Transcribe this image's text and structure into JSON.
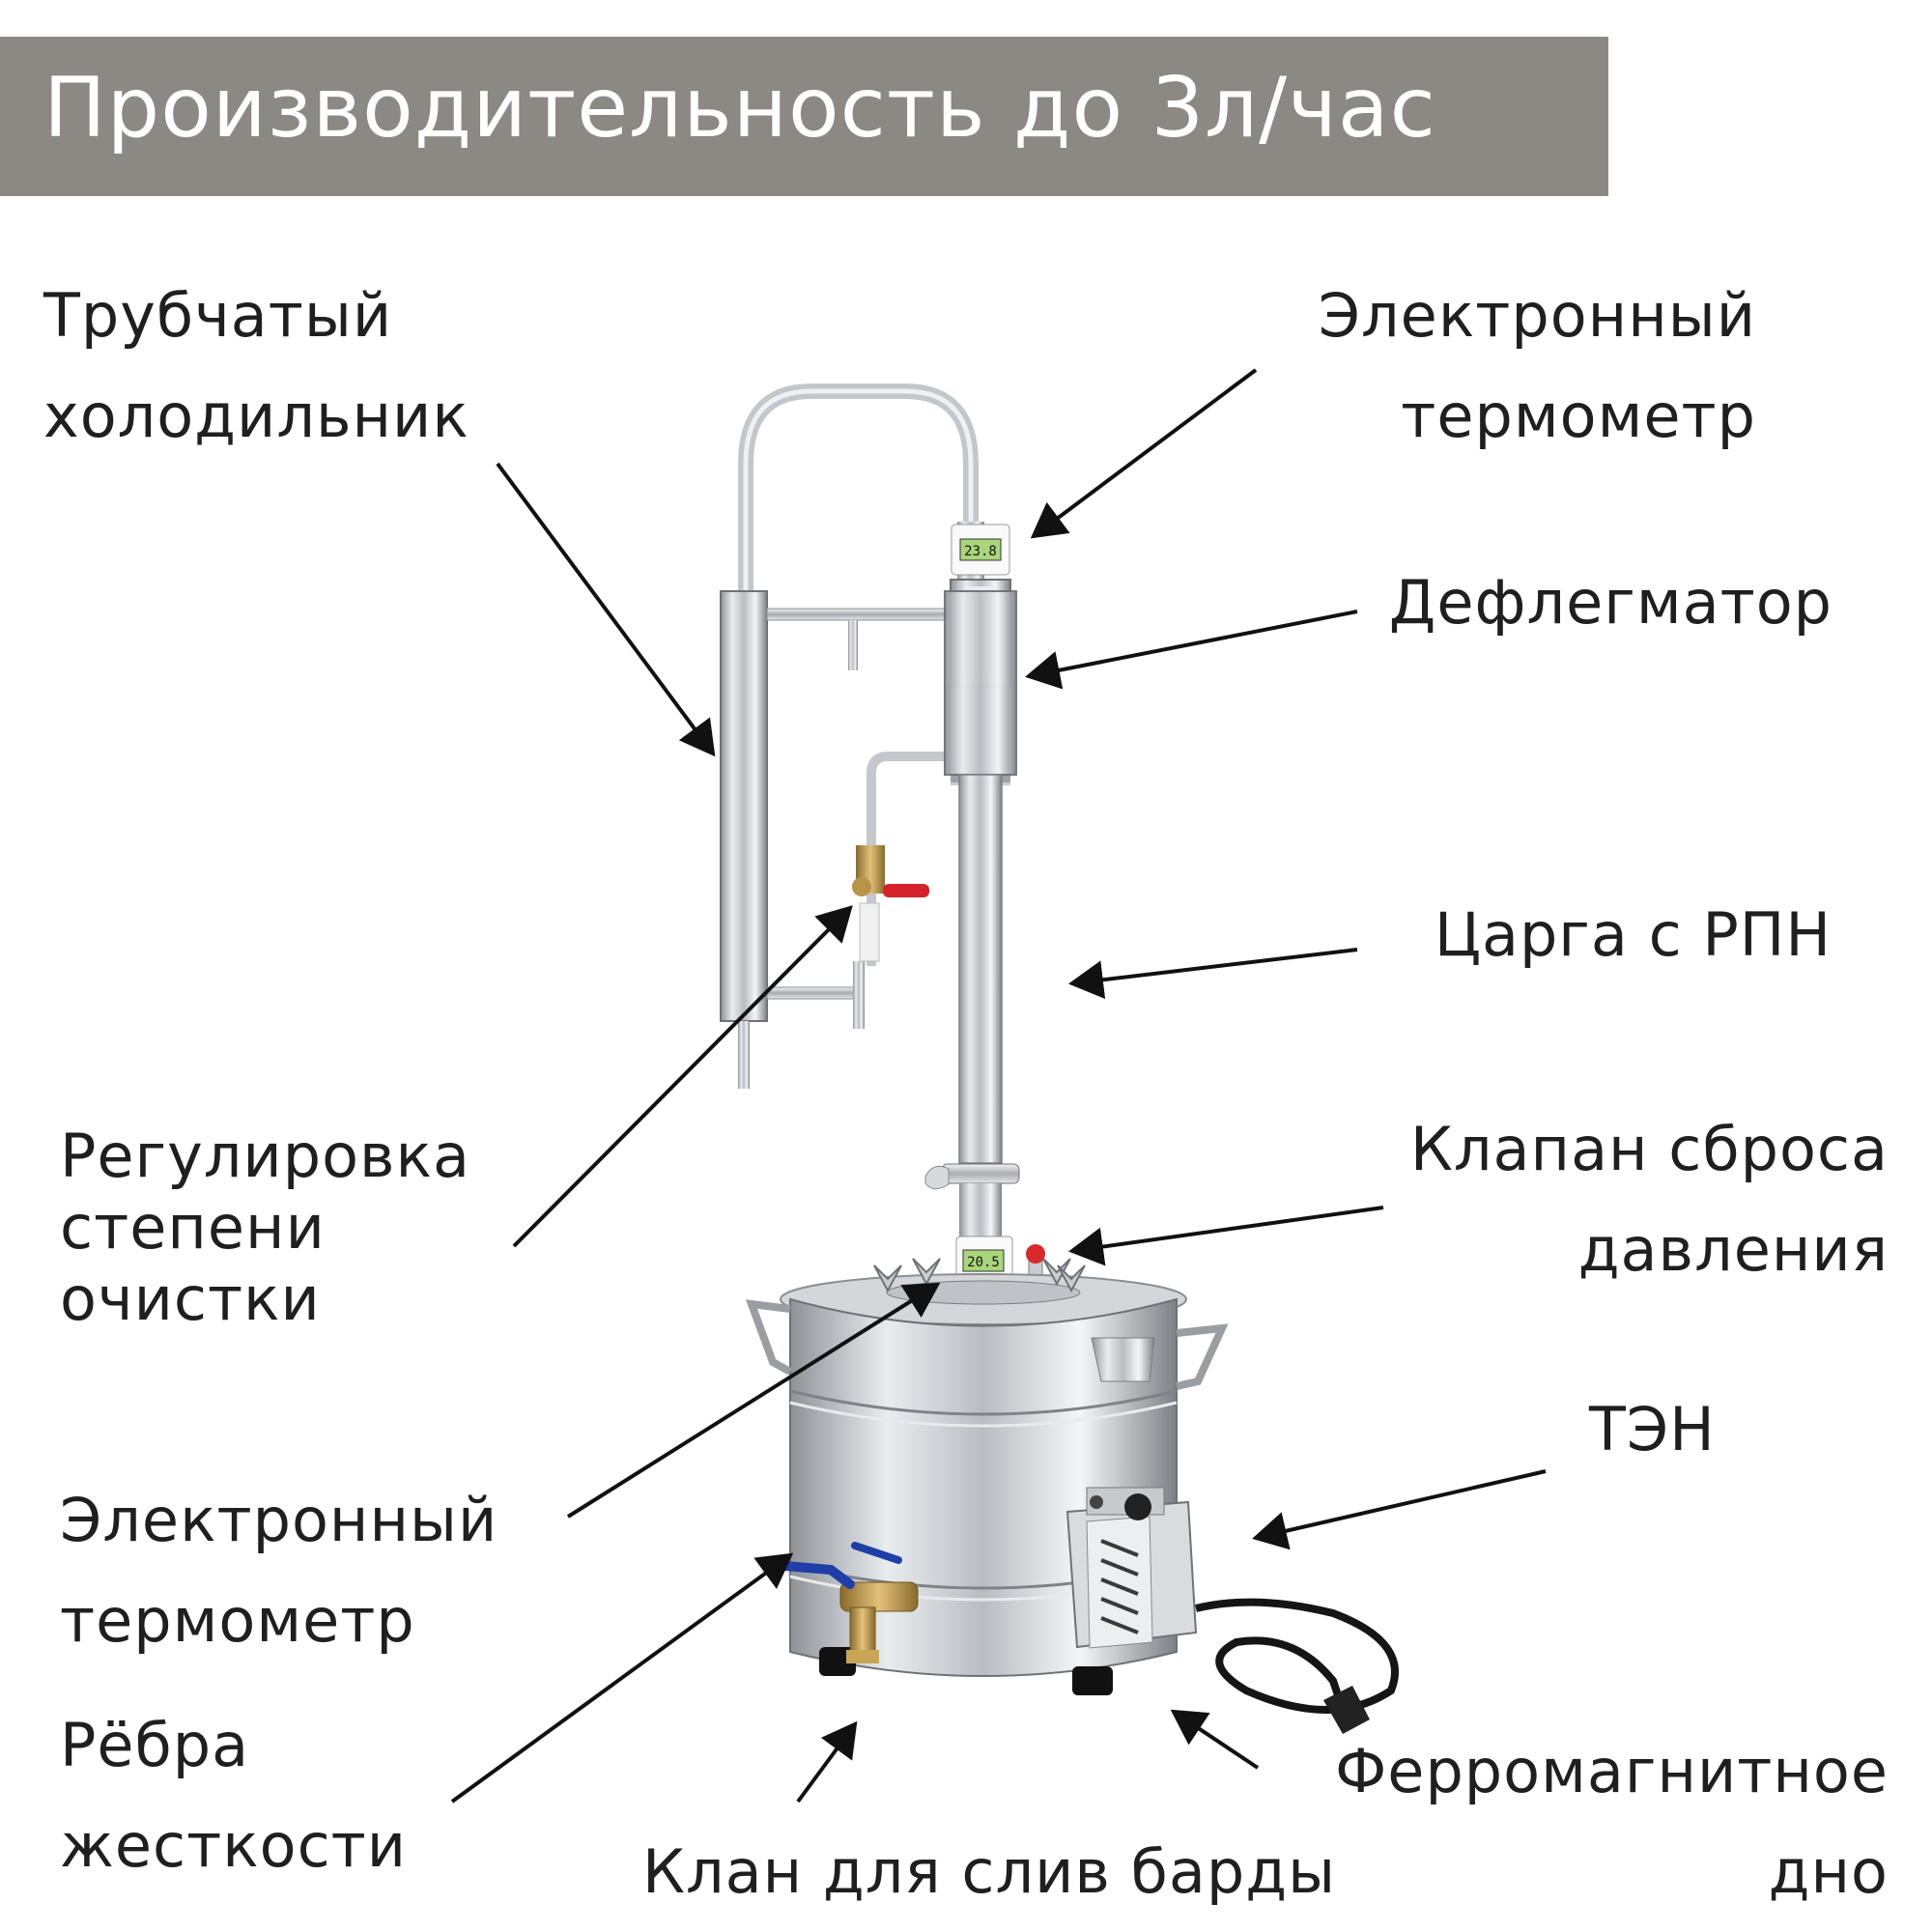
{
  "header": {
    "title": "Производительность до 3л/час"
  },
  "labels": {
    "tube_cooler": [
      "Трубчатый",
      "холодильник"
    ],
    "thermometer_top": [
      "Электронный",
      "термометр"
    ],
    "dephlegmator": [
      "Дефлегматор"
    ],
    "column": [
      "Царга с РПН"
    ],
    "purity_control": [
      "Регулировка",
      "степени",
      "очистки"
    ],
    "pressure_valve": [
      "Клапан сброса",
      "давления"
    ],
    "heater": [
      "ТЭН"
    ],
    "thermometer_bottom": [
      "Электронный",
      "термометр"
    ],
    "ribs": [
      "Рёбра",
      "жесткости"
    ],
    "drain_valve": [
      "Клан для слив барды"
    ],
    "bottom": [
      "Ферромагнитное",
      "дно"
    ]
  },
  "thermometer_readouts": {
    "top": "23.8",
    "bottom": "20.5"
  }
}
